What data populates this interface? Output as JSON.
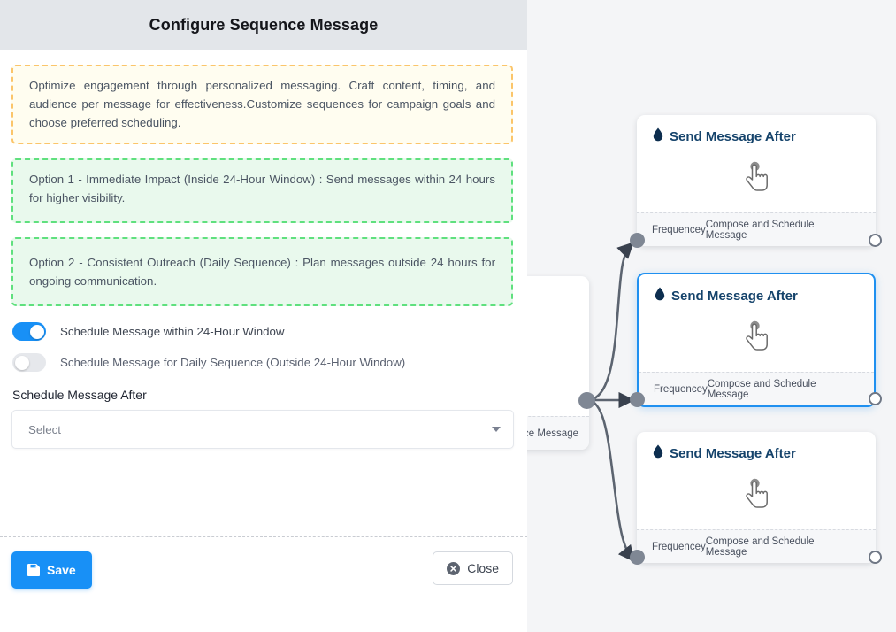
{
  "panel": {
    "title": "Configure Sequence Message",
    "callouts": [
      {
        "id": "info",
        "style": "warn",
        "text": "Optimize engagement through personalized messaging. Craft content, timing, and audience per message for effectiveness.Customize sequences for campaign goals and choose preferred scheduling."
      },
      {
        "id": "option-1",
        "style": "ok",
        "text": "Option 1 - Immediate Impact (Inside 24-Hour Window) : Send messages within 24 hours for higher visibility."
      },
      {
        "id": "option-2",
        "style": "ok",
        "text": "Option 2 - Consistent Outreach (Daily Sequence) : Plan messages outside 24 hours for ongoing communication."
      }
    ],
    "toggles": [
      {
        "label": "Schedule Message within 24-Hour Window",
        "state": "on"
      },
      {
        "label": "Schedule Message for Daily Sequence (Outside 24-Hour Window)",
        "state": "off"
      }
    ],
    "field": {
      "label": "Schedule Message After",
      "value": "Select",
      "placeholder": "Select",
      "caret_icon": "chevron-down-icon"
    },
    "footer": {
      "save_label": "Save",
      "save_icon": "floppy-disk-icon",
      "close_label": "Close",
      "close_icon": "circle-x-icon"
    }
  },
  "canvas": {
    "partial_node": {
      "footer_label": "ce Message"
    },
    "nodes": [
      {
        "title": "Send Message After",
        "icon": "water-drop-icon",
        "body_icon": "pointing-hand-icon",
        "footer_left": "Frequencey",
        "footer_right": "Compose and Schedule Message",
        "selected": false
      },
      {
        "title": "Send Message After",
        "icon": "water-drop-icon",
        "body_icon": "pointing-hand-icon",
        "footer_left": "Frequencey",
        "footer_right": "Compose and Schedule Message",
        "selected": true
      },
      {
        "title": "Send Message After",
        "icon": "water-drop-icon",
        "body_icon": "pointing-hand-icon",
        "footer_left": "Frequencey",
        "footer_right": "Compose and Schedule Message",
        "selected": false
      }
    ]
  },
  "colors": {
    "accent_blue": "#1890f6",
    "selected_border": "#1f90f0",
    "node_title": "#15436b",
    "warn_border": "#fbc56a",
    "warn_bg": "#fffdf0",
    "ok_border": "#5fe07e",
    "ok_bg": "#e9f9ed",
    "header_bg": "#e3e6ea",
    "canvas_bg": "#f4f5f7",
    "edge_stroke": "#5c6470",
    "handle_fill": "#7f8794"
  }
}
